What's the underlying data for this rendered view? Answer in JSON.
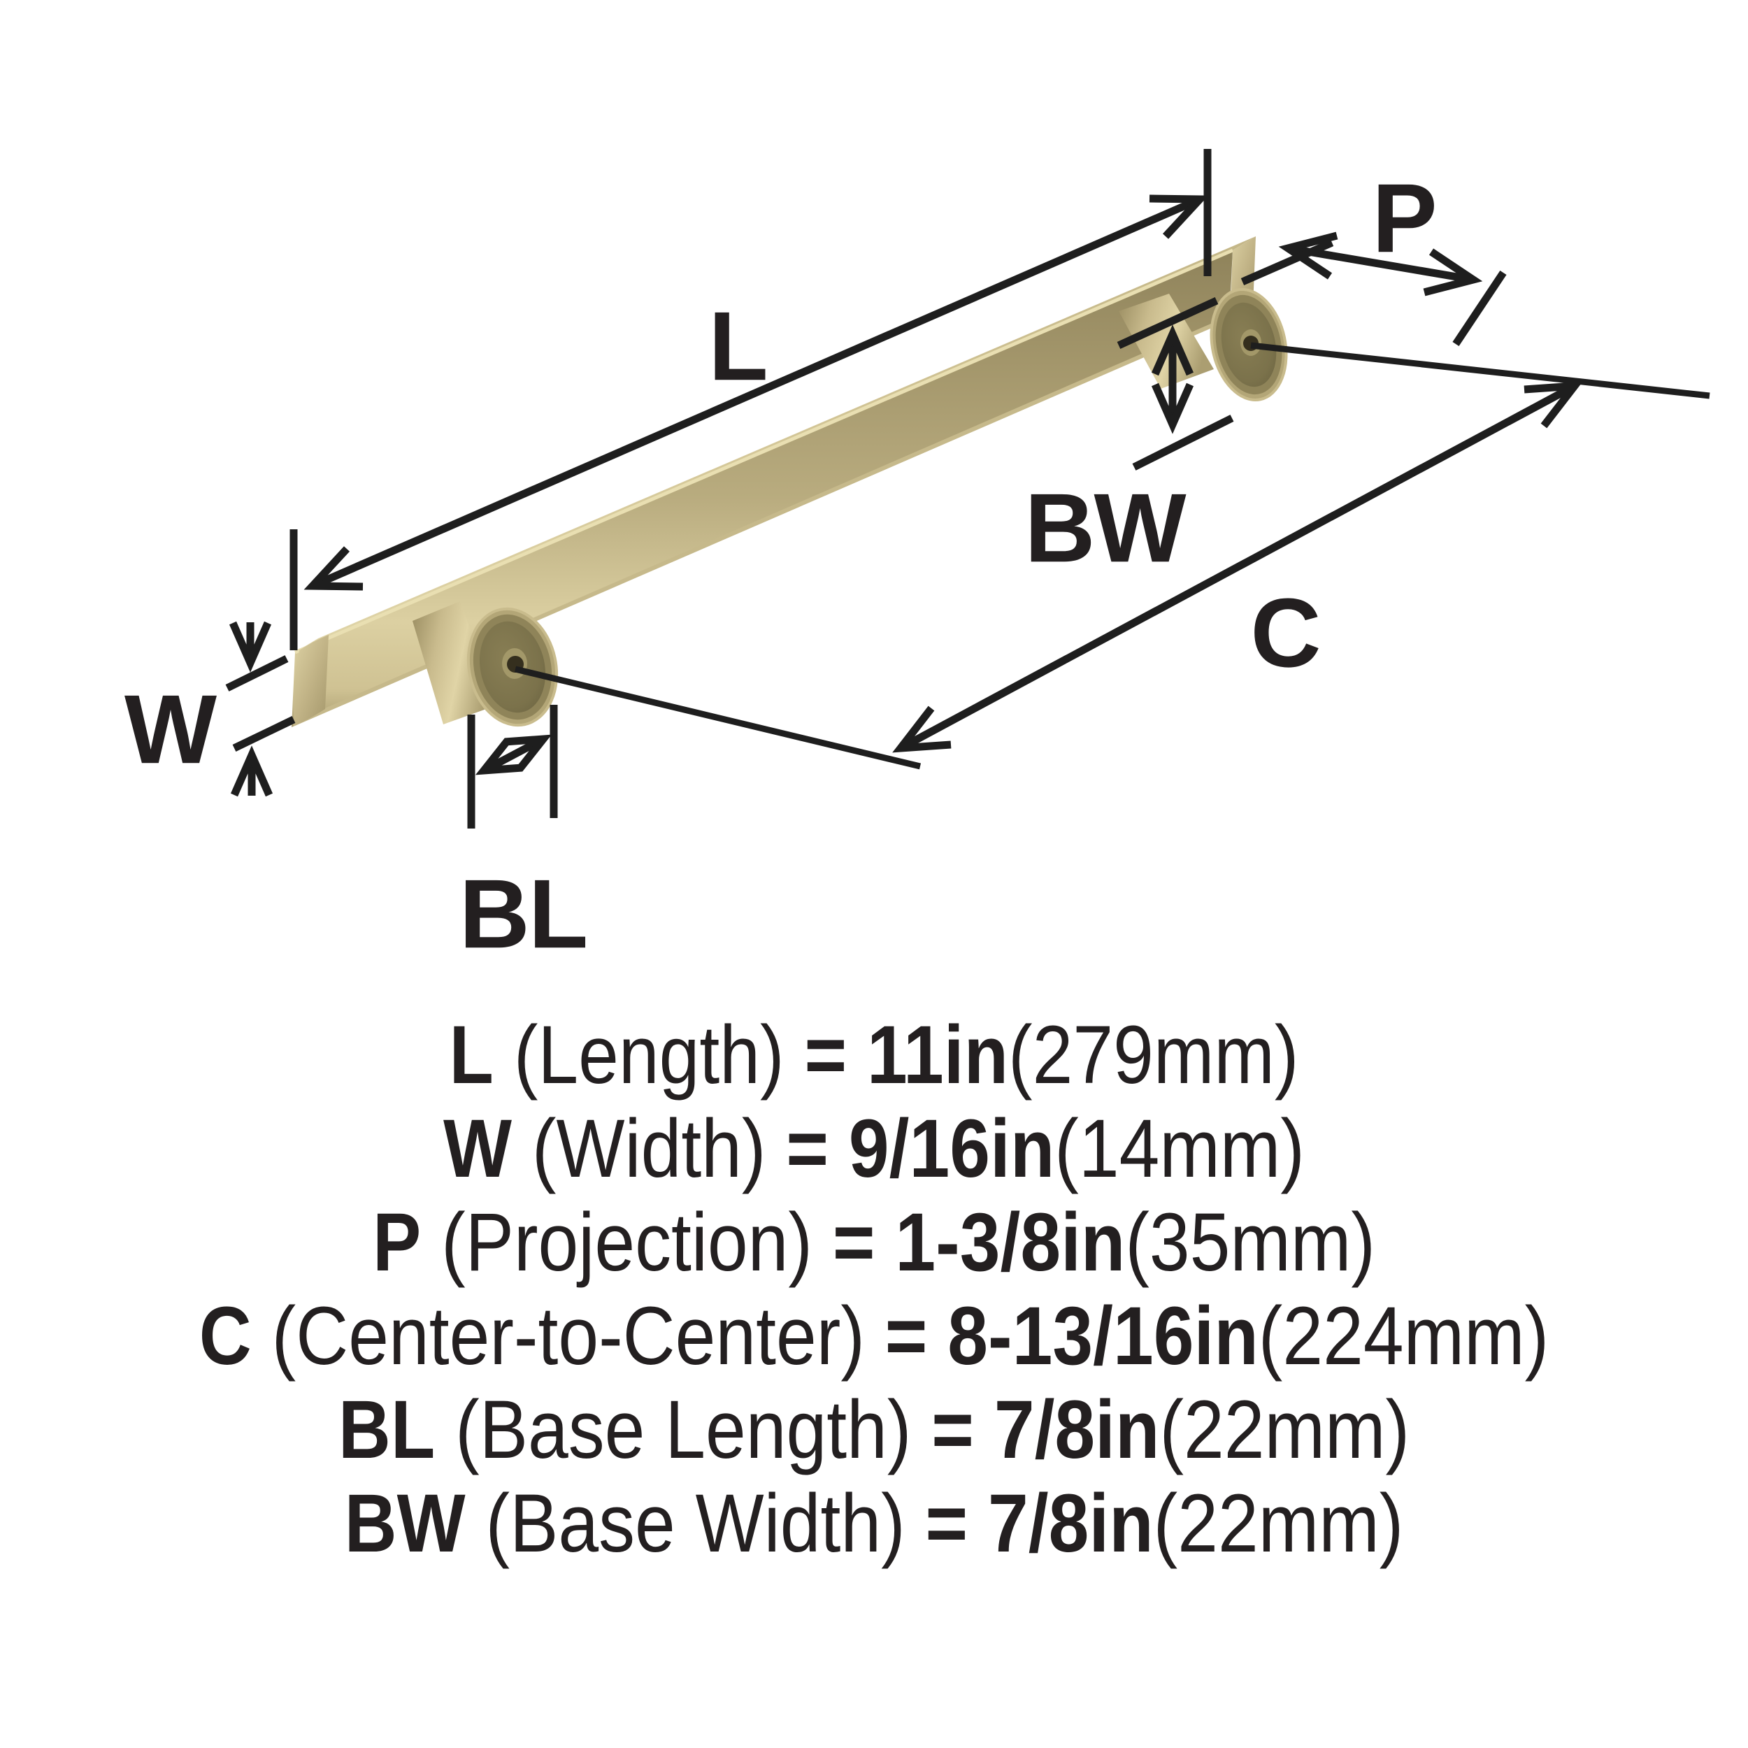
{
  "diagram": {
    "type": "cabinet-pull-dimension-drawing",
    "labels": {
      "length": "L",
      "projection": "P",
      "base_width": "BW",
      "center_to_center": "C",
      "width": "W",
      "base_length": "BL"
    },
    "colors": {
      "dimension_line": "#1e1e1e",
      "label_text": "#231f20",
      "brass_highlight": "#e3d8ab",
      "brass_light": "#cfc396",
      "brass_mid": "#b0a276",
      "brass_dark": "#8c7f57",
      "flange_face": "#7b724b",
      "screw_hole": "#352f1e",
      "background": "#ffffff"
    }
  },
  "specs": [
    {
      "abbr": "L",
      "name": "(Length)",
      "eq": "=",
      "value": "11in",
      "metric": "(279mm)"
    },
    {
      "abbr": "W",
      "name": "(Width)",
      "eq": "=",
      "value": "9/16in",
      "metric": "(14mm)"
    },
    {
      "abbr": "P",
      "name": "(Projection)",
      "eq": "=",
      "value": "1-3/8in",
      "metric": "(35mm)"
    },
    {
      "abbr": "C",
      "name": "(Center-to-Center)",
      "eq": "=",
      "value": "8-13/16in",
      "metric": "(224mm)"
    },
    {
      "abbr": "BL",
      "name": "(Base Length)",
      "eq": "=",
      "value": "7/8in",
      "metric": "(22mm)"
    },
    {
      "abbr": "BW",
      "name": "(Base Width)",
      "eq": "=",
      "value": "7/8in",
      "metric": "(22mm)"
    }
  ]
}
